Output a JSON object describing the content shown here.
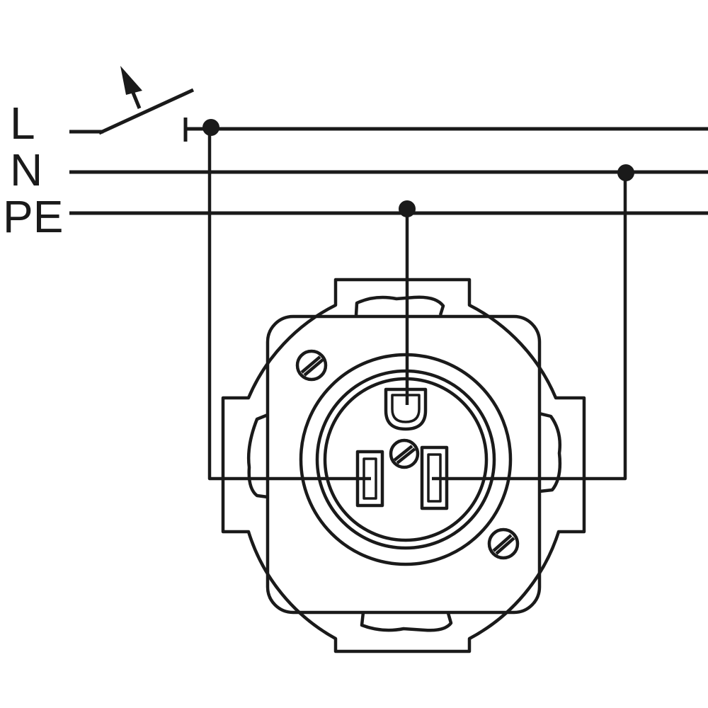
{
  "labels": {
    "line": "L",
    "neutral": "N",
    "protective_earth": "PE"
  },
  "colors": {
    "stroke": "#1a1a1a",
    "background": "#ffffff"
  }
}
